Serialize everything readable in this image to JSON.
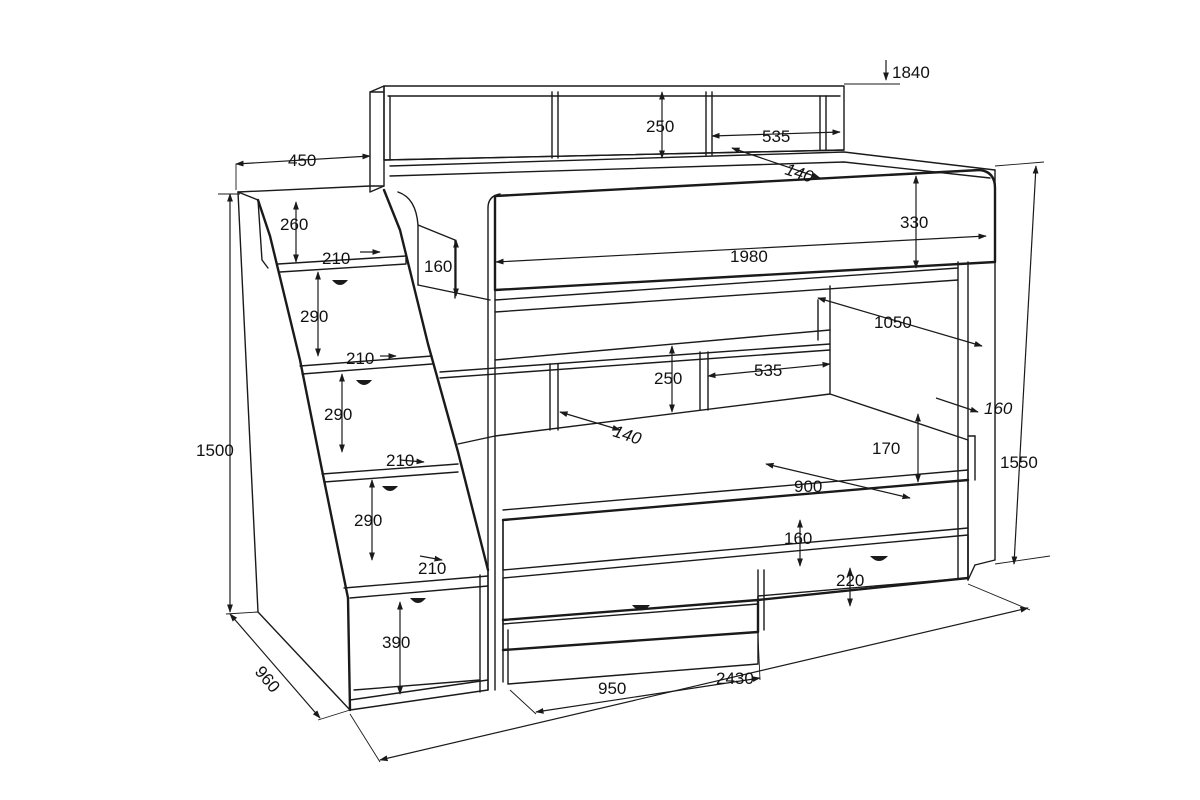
{
  "dimensions": {
    "total_height": "1840",
    "top_shelf_height": "250",
    "top_shelf_width": "535",
    "top_shelf_depth": "140",
    "stair_width": "450",
    "step1_rise": "260",
    "step_tread_1": "210",
    "upper_side_height": "160",
    "upper_rail_height": "330",
    "bed_length": "1980",
    "step2_rise": "290",
    "step_tread_2": "210",
    "side_opening": "1050",
    "mid_shelf_height": "250",
    "mid_shelf_width": "535",
    "step3_rise": "290",
    "mid_shelf_depth": "140",
    "right_side_height": "160",
    "stair_height": "1500",
    "frame_height": "1550",
    "step_tread_3": "210",
    "lower_rail_height": "170",
    "bed_width": "900",
    "step4_rise": "290",
    "lower_side_height": "160",
    "step_tread_4": "210",
    "drawer_height": "220",
    "bottom_step_height": "390",
    "depth": "960",
    "drawer_width": "950",
    "total_length": "2430"
  }
}
